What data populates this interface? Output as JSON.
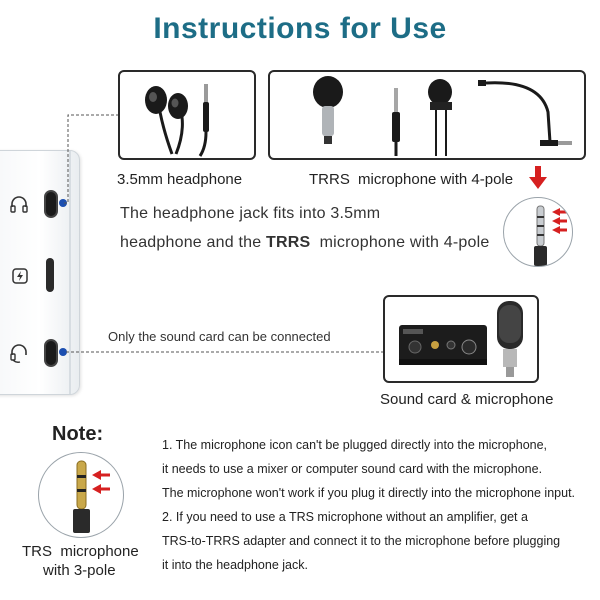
{
  "title": "Instructions for Use",
  "labels": {
    "headphone": "3.5mm headphone",
    "trrs_mic_prefix": "TRRS",
    "trrs_mic_suffix": "microphone with 4-pole",
    "sound_card_only": "Only the sound card can be connected",
    "sound_card_mic": "Sound card & microphone",
    "trs_line1": "TRS  microphone",
    "trs_line2": "with 3-pole"
  },
  "description": {
    "line1": "The headphone jack fits into 3.5mm",
    "line2_prefix": "headphone and the ",
    "line2_bold": "TRRS",
    "line2_suffix": "  microphone with 4-pole"
  },
  "note": {
    "title": "Note:",
    "lines": [
      "1. The microphone icon can't be plugged directly into the microphone,",
      "it needs to use a mixer or computer sound card with the microphone.",
      "The microphone won't work if you plug it directly into the microphone input.",
      "2. If you need to use a TRS microphone without an amplifier, get a",
      "TRS-to-TRRS adapter and connect it to the microphone before plugging",
      "it into the headphone jack."
    ]
  },
  "colors": {
    "title": "#1d6d86",
    "arrow": "#d62020",
    "dot": "#1c4fb0"
  }
}
